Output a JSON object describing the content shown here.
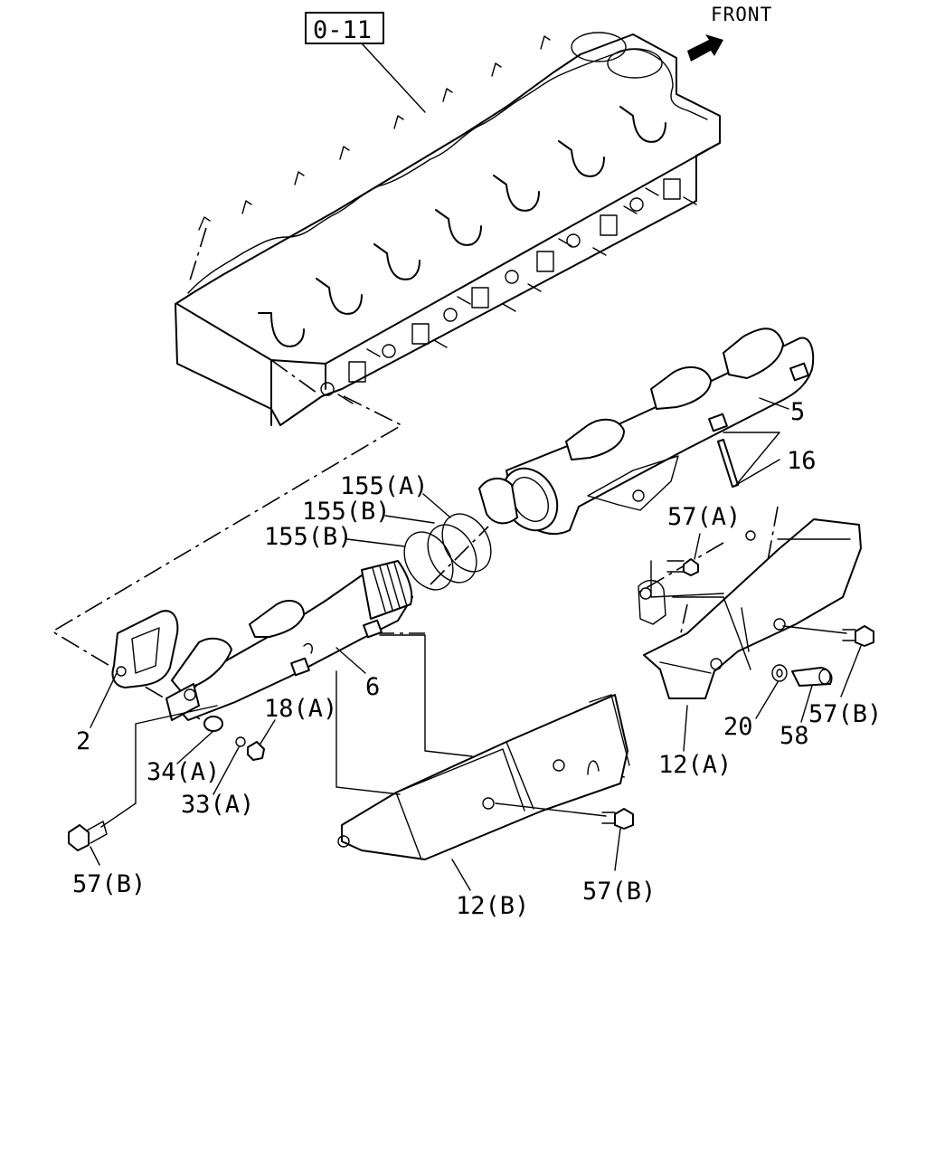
{
  "reference_box": {
    "label": "0-11"
  },
  "front_marker": {
    "label": "FRONT"
  },
  "callouts": {
    "c2": "2",
    "c5": "5",
    "c6": "6",
    "c16": "16",
    "c20": "20",
    "c58": "58",
    "c12a": "12(A)",
    "c12b": "12(B)",
    "c18a": "18(A)",
    "c33a": "33(A)",
    "c34a": "34(A)",
    "c57a": "57(A)",
    "c57b_left": "57(B)",
    "c57b_mid": "57(B)",
    "c57b_right": "57(B)",
    "c155a": "155(A)",
    "c155b_1": "155(B)",
    "c155b_2": "155(B)"
  }
}
